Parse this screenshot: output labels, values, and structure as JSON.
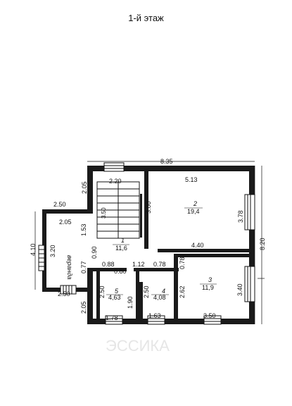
{
  "title": "1-й этаж",
  "dimensions": {
    "overall_width": "8.35",
    "overall_height": "8.20",
    "stair_top_width": "2.20",
    "stair_left_height": "2.05",
    "stair_length": "3.50",
    "porch_outer_width": "2.50",
    "porch_height": "4.10",
    "porch_inner_width": "2.05",
    "porch_inner_height": "3.20",
    "porch_bottom_width": "2.50",
    "hall_left_wall": "1.53",
    "hall_gap": "0.90",
    "hall_lower_left": "0.77",
    "lower_left": "2.05",
    "room2_width": "5.13",
    "room2_height": "3.78",
    "stair_partition": "3.00",
    "hall_bottom_wall": "4.40",
    "room5_top": "0.88",
    "door_between": "0.80",
    "room4_top": "1.12",
    "room3_top_left": "0.78",
    "room3_left_gap": "0.78",
    "room5_height": "2.50",
    "room5_right": "1.90",
    "room4_height": "2.50",
    "room3_left_height": "2.62",
    "room3_height": "3.40",
    "room5_width": "1.78",
    "room4_width": "1.63",
    "room3_width": "3.50"
  },
  "rooms": [
    {
      "number": "1",
      "area": "11,6"
    },
    {
      "number": "2",
      "area": "19,4"
    },
    {
      "number": "3",
      "area": "11,9"
    },
    {
      "number": "4",
      "area": "4,08"
    },
    {
      "number": "5",
      "area": "4,63"
    }
  ],
  "porch_label": "веранда",
  "watermark": "ЭССИКА"
}
